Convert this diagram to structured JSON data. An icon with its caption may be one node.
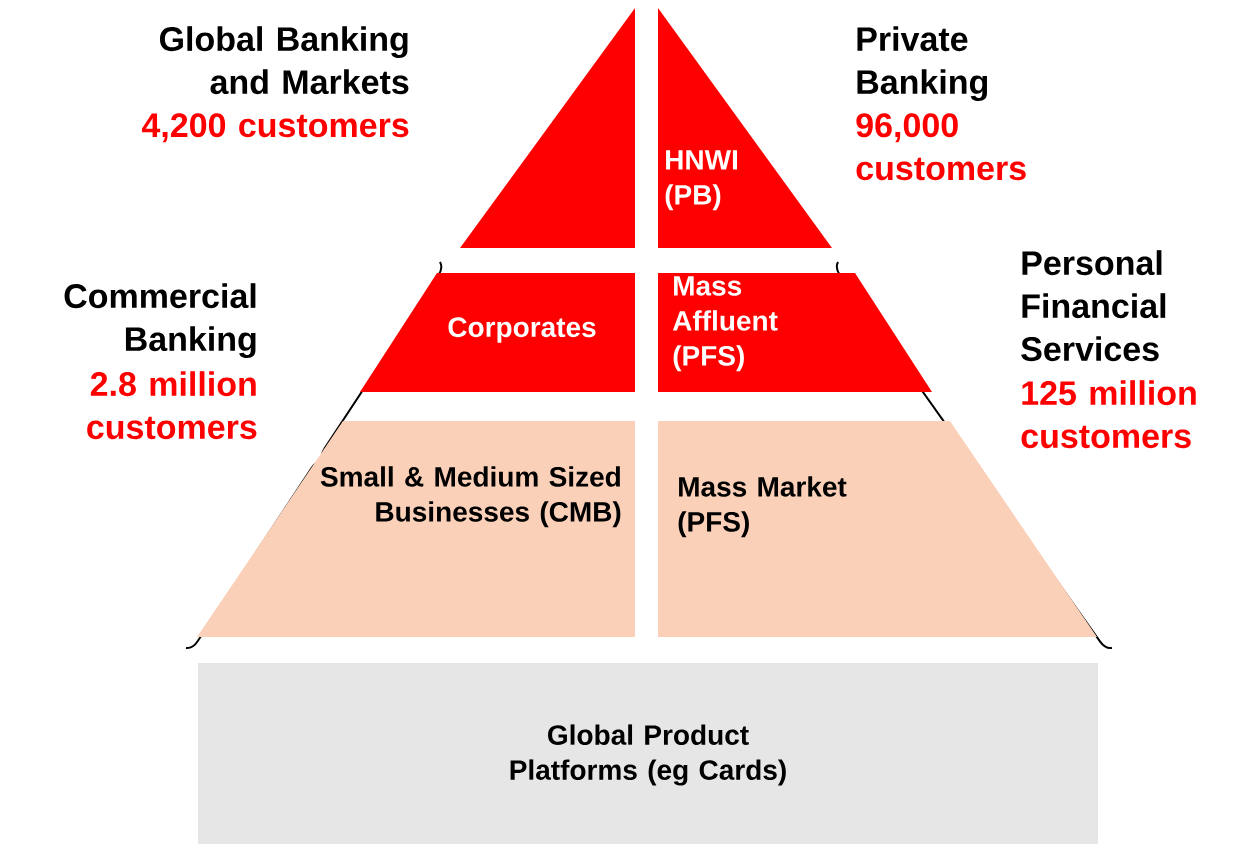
{
  "diagram": {
    "nodes": [
      {
        "text": [
          "Global Banking and Markets",
          "4,200 customers"
        ]
      },
      {
        "text": [
          "HNWI (PB)",
          "Private Banking",
          "96,000 customers"
        ]
      },
      {
        "text": [
          "Corporates"
        ]
      },
      {
        "text": [
          "Mass Affluent (PFS)"
        ]
      },
      {
        "text": [
          "Small & Medium Sized Businesses (CMB)"
        ]
      },
      {
        "text": [
          "Mass Market (PFS)"
        ]
      },
      {
        "text": [
          "Global Product Platforms (eg Cards)"
        ]
      }
    ],
    "labels": [
      "Commercial Banking",
      "2.8 million customers",
      "Personal Financial Services",
      "125 million customers"
    ]
  }
}
